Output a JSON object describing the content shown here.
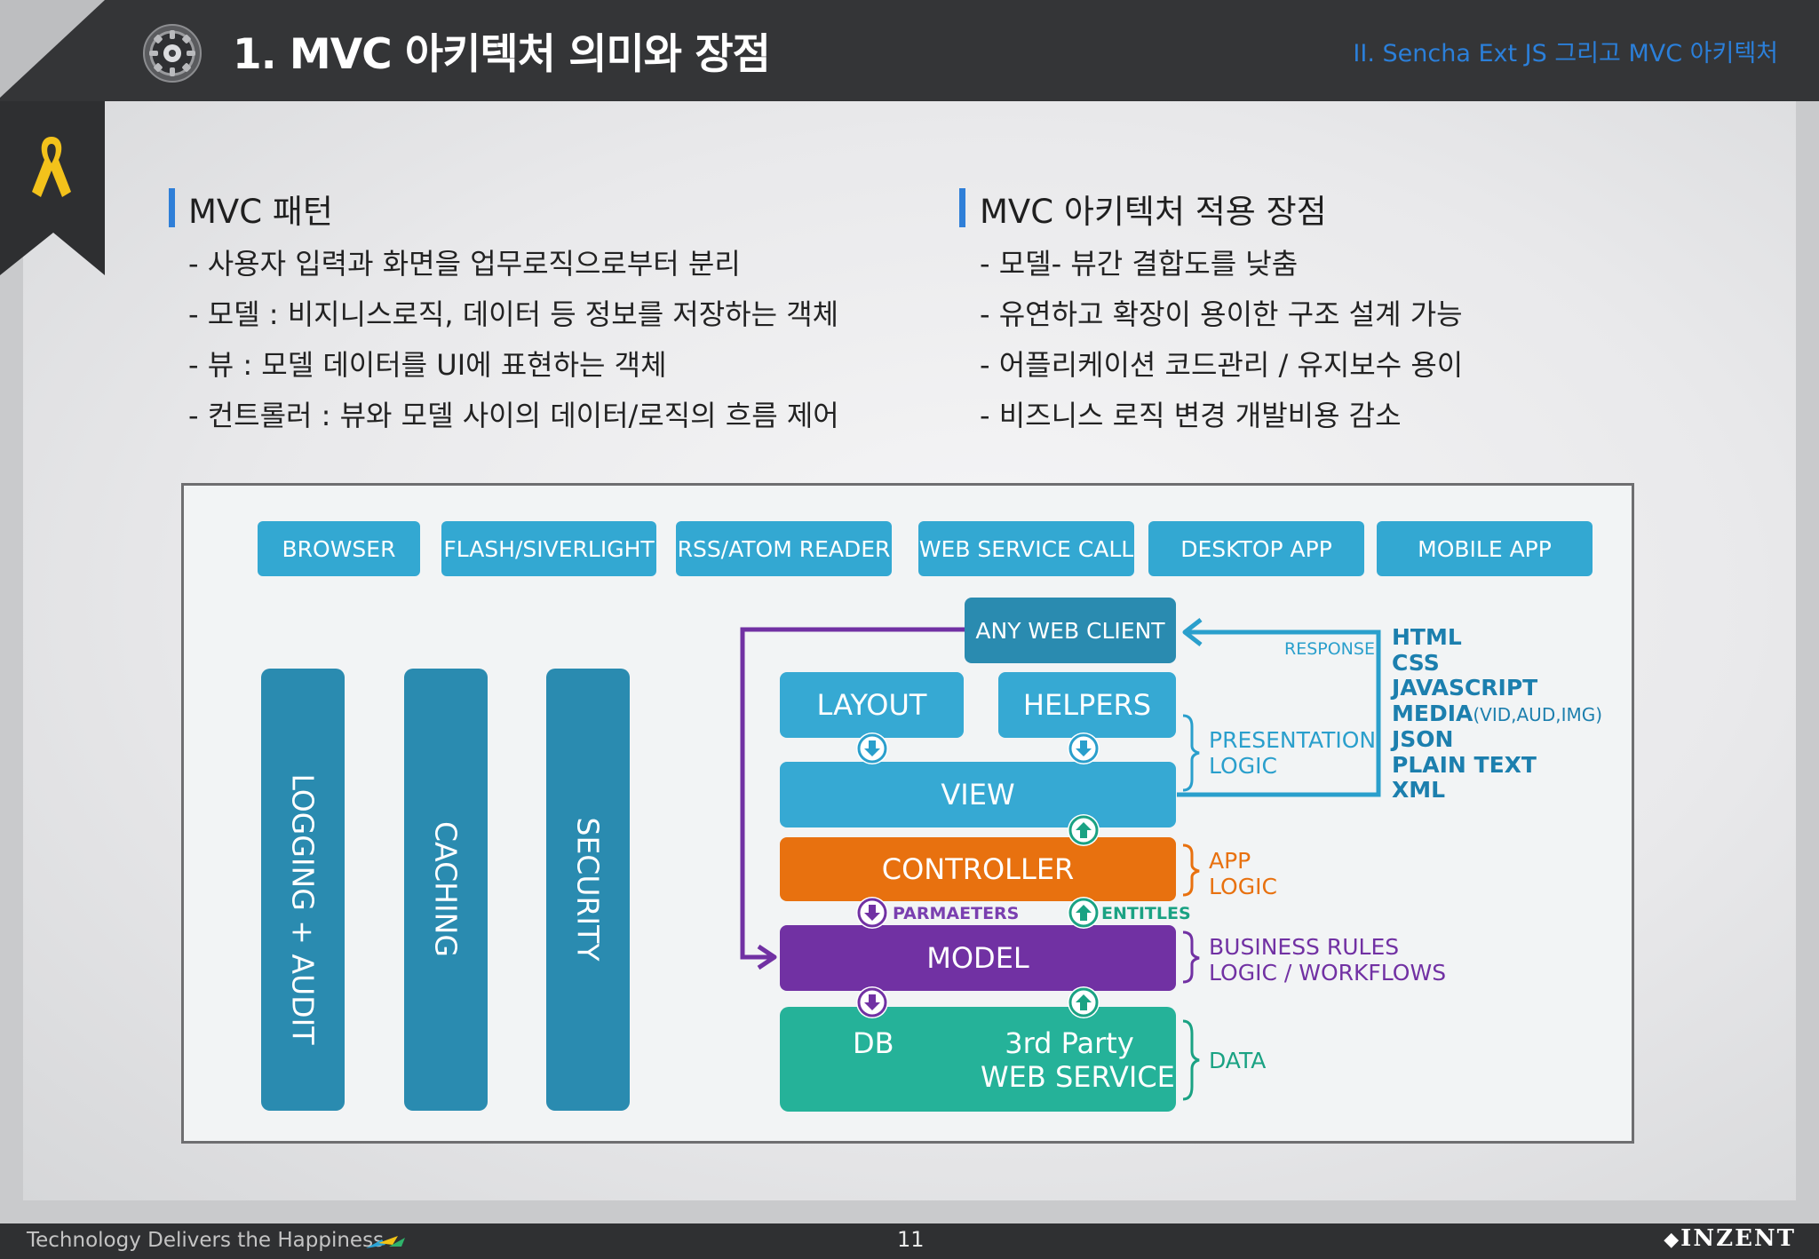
{
  "header": {
    "title": "1. MVC 아키텍처 의미와 장점",
    "section": "II. Sencha Ext JS 그리고 MVC 아키텍처"
  },
  "left_section": {
    "heading": "MVC 패턴",
    "bullets": [
      "- 사용자 입력과 화면을 업무로직으로부터 분리",
      "- 모델 : 비지니스로직, 데이터 등 정보를 저장하는 객체",
      "- 뷰 : 모델 데이터를 UI에 표현하는 객체",
      "- 컨트롤러 : 뷰와 모델 사이의 데이터/로직의 흐름 제어"
    ]
  },
  "right_section": {
    "heading": "MVC 아키텍처 적용 장점",
    "bullets": [
      "- 모델- 뷰간 결합도를 낮춤",
      "- 유연하고 확장이 용이한 구조 설계 가능",
      "- 어플리케이션 코드관리 / 유지보수 용이",
      "- 비즈니스 로직 변경 개발비용 감소"
    ]
  },
  "diagram": {
    "clients": [
      "BROWSER",
      "FLASH/SIVERLIGHT",
      "RSS/ATOM READER",
      "WEB SERVICE CALL",
      "DESKTOP APP",
      "MOBILE APP"
    ],
    "pillars": [
      "LOGGING + AUDIT",
      "CACHING",
      "SECURITY"
    ],
    "any_web_client": "ANY WEB CLIENT",
    "response": "RESPONSE",
    "layout": "LAYOUT",
    "helpers": "HELPERS",
    "view": "VIEW",
    "controller": "CONTROLLER",
    "model": "MODEL",
    "db": "DB",
    "third_party_1": "3rd Party",
    "third_party_2": "WEB SERVICE",
    "parameters": "PARMAETERS",
    "entitles": "ENTITLES",
    "presentation_1": "PRESENTATION",
    "presentation_2": "LOGIC",
    "app_1": "APP",
    "app_2": "LOGIC",
    "business_1": "BUSINESS RULES",
    "business_2": "LOGIC / WORKFLOWS",
    "data_label": "DATA",
    "formats": [
      "HTML",
      "CSS",
      "JAVASCRIPT",
      "MEDIA",
      "JSON",
      "PLAIN TEXT",
      "XML"
    ],
    "media_note": "(VID,AUD,IMG)",
    "colors": {
      "client": "#33a8d2",
      "pillar": "#2a8bb0",
      "view": "#36a9d3",
      "controller": "#e8710f",
      "model": "#7131a3",
      "data": "#25b299",
      "any_web_client": "#2a8bb0"
    }
  },
  "footer": {
    "tagline": "Technology Delivers the Happiness",
    "page": "11",
    "brand": "INZENT"
  }
}
